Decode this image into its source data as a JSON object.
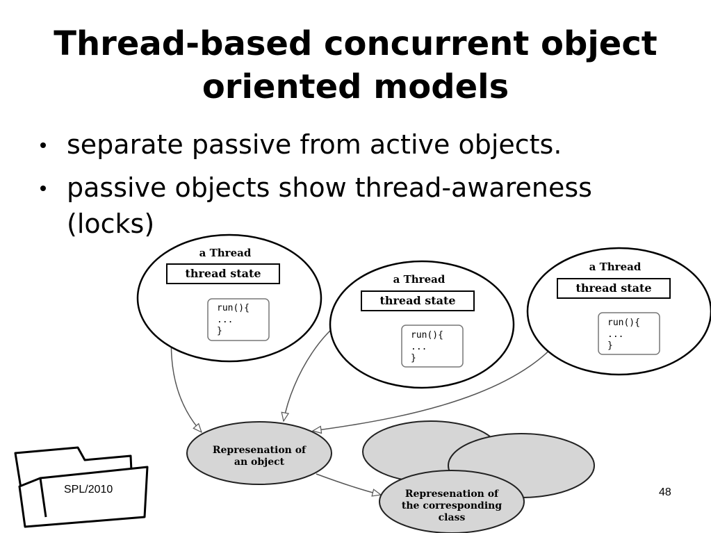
{
  "slide": {
    "title_lines": [
      "Thread-based concurrent object",
      "oriented models"
    ],
    "bullets": [
      "separate passive from active objects.",
      "passive objects show thread-awareness (locks)"
    ],
    "footer_label": "SPL/2010",
    "page_number": "48"
  },
  "diagram": {
    "threads": [
      {
        "label": "a Thread",
        "state": "thread state",
        "code": [
          "run(){",
          "...",
          "}"
        ]
      },
      {
        "label": "a Thread",
        "state": "thread state",
        "code": [
          "run(){",
          "...",
          "}"
        ]
      },
      {
        "label": "a Thread",
        "state": "thread state",
        "code": [
          "run(){",
          "...",
          "}"
        ]
      }
    ],
    "object_label": [
      "Represenation of",
      "an object"
    ],
    "class_label": [
      "Represenation of",
      "the corresponding",
      "class"
    ]
  }
}
